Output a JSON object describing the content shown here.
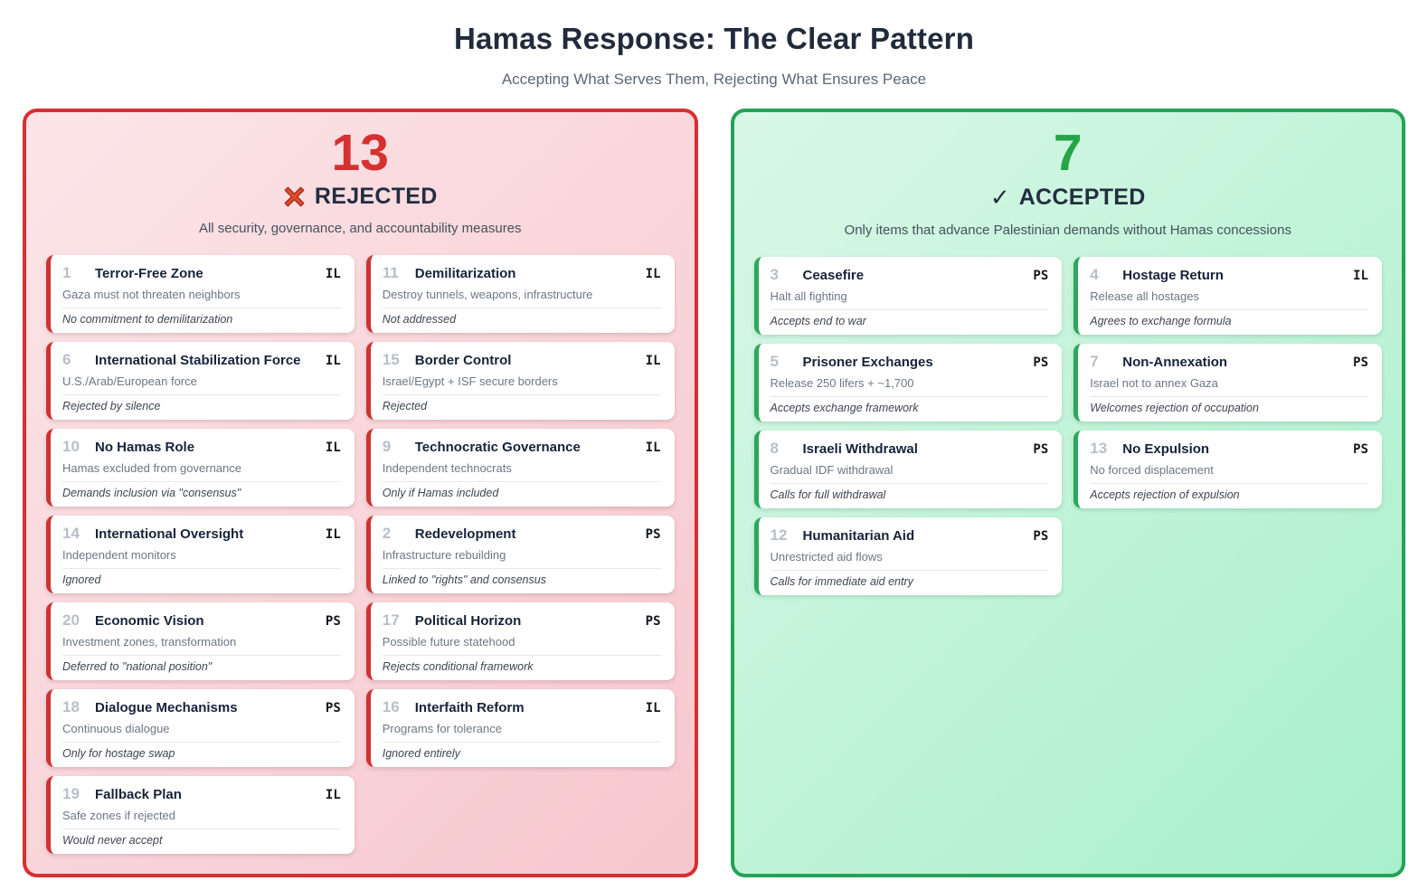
{
  "page": {
    "title": "Hamas Response: The Clear Pattern",
    "subtitle": "Accepting What Serves Them, Rejecting What Ensures Peace"
  },
  "colors": {
    "rejected_accent": "#d63031",
    "accepted_accent": "#24a548",
    "rejected_panel_bg": "#f6c7cd",
    "accepted_panel_bg": "#a8f0cb",
    "card_bg": "#ffffff"
  },
  "panels": [
    {
      "count": "13",
      "label": "REJECTED",
      "icon": "cross-mark-icon",
      "description": "All security, governance, and accountability measures",
      "items": [
        {
          "num": "1",
          "title": "Terror-Free Zone",
          "tag": "IL",
          "detail": "Gaza must not threaten neighbors",
          "response": "No commitment to demilitarization"
        },
        {
          "num": "11",
          "title": "Demilitarization",
          "tag": "IL",
          "detail": "Destroy tunnels, weapons, infrastructure",
          "response": "Not addressed"
        },
        {
          "num": "6",
          "title": "International Stabilization Force",
          "tag": "IL",
          "detail": "U.S./Arab/European force",
          "response": "Rejected by silence"
        },
        {
          "num": "15",
          "title": "Border Control",
          "tag": "IL",
          "detail": "Israel/Egypt + ISF secure borders",
          "response": "Rejected"
        },
        {
          "num": "10",
          "title": "No Hamas Role",
          "tag": "IL",
          "detail": "Hamas excluded from governance",
          "response": "Demands inclusion via \"consensus\""
        },
        {
          "num": "9",
          "title": "Technocratic Governance",
          "tag": "IL",
          "detail": "Independent technocrats",
          "response": "Only if Hamas included"
        },
        {
          "num": "14",
          "title": "International Oversight",
          "tag": "IL",
          "detail": "Independent monitors",
          "response": "Ignored"
        },
        {
          "num": "2",
          "title": "Redevelopment",
          "tag": "PS",
          "detail": "Infrastructure rebuilding",
          "response": "Linked to \"rights\" and consensus"
        },
        {
          "num": "20",
          "title": "Economic Vision",
          "tag": "PS",
          "detail": "Investment zones, transformation",
          "response": "Deferred to \"national position\""
        },
        {
          "num": "17",
          "title": "Political Horizon",
          "tag": "PS",
          "detail": "Possible future statehood",
          "response": "Rejects conditional framework"
        },
        {
          "num": "18",
          "title": "Dialogue Mechanisms",
          "tag": "PS",
          "detail": "Continuous dialogue",
          "response": "Only for hostage swap"
        },
        {
          "num": "16",
          "title": "Interfaith Reform",
          "tag": "IL",
          "detail": "Programs for tolerance",
          "response": "Ignored entirely"
        },
        {
          "num": "19",
          "title": "Fallback Plan",
          "tag": "IL",
          "detail": "Safe zones if rejected",
          "response": "Would never accept"
        }
      ]
    },
    {
      "count": "7",
      "label": "ACCEPTED",
      "icon": "check-mark-icon",
      "check_glyph": "✓",
      "description": "Only items that advance Palestinian demands without Hamas concessions",
      "items": [
        {
          "num": "3",
          "title": "Ceasefire",
          "tag": "PS",
          "detail": "Halt all fighting",
          "response": "Accepts end to war"
        },
        {
          "num": "4",
          "title": "Hostage Return",
          "tag": "IL",
          "detail": "Release all hostages",
          "response": "Agrees to exchange formula"
        },
        {
          "num": "5",
          "title": "Prisoner Exchanges",
          "tag": "PS",
          "detail": "Release 250 lifers + ~1,700",
          "response": "Accepts exchange framework"
        },
        {
          "num": "7",
          "title": "Non-Annexation",
          "tag": "PS",
          "detail": "Israel not to annex Gaza",
          "response": "Welcomes rejection of occupation"
        },
        {
          "num": "8",
          "title": "Israeli Withdrawal",
          "tag": "PS",
          "detail": "Gradual IDF withdrawal",
          "response": "Calls for full withdrawal"
        },
        {
          "num": "13",
          "title": "No Expulsion",
          "tag": "PS",
          "detail": "No forced displacement",
          "response": "Accepts rejection of expulsion"
        },
        {
          "num": "12",
          "title": "Humanitarian Aid",
          "tag": "PS",
          "detail": "Unrestricted aid flows",
          "response": "Calls for immediate aid entry"
        }
      ]
    }
  ]
}
